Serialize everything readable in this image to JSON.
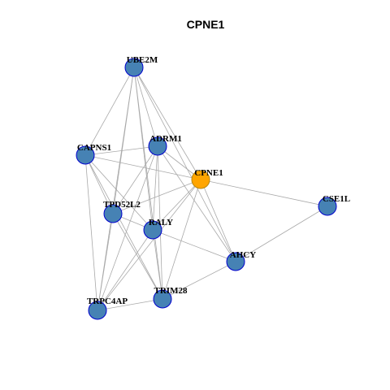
{
  "title": "CPNE1",
  "colors": {
    "background": "#ffffff",
    "node_fill": "#4682b4",
    "node_stroke": "#0000cd",
    "highlight_fill": "#ffa500",
    "highlight_stroke": "#b8860b",
    "edge": "#a9a9a9"
  },
  "nodes": [
    {
      "id": "UBE2M",
      "label": "UBE2M",
      "highlight": false
    },
    {
      "id": "CAPNS1",
      "label": "CAPNS1",
      "highlight": false
    },
    {
      "id": "ADRM1",
      "label": "ADRM1",
      "highlight": false
    },
    {
      "id": "CPNE1",
      "label": "CPNE1",
      "highlight": true
    },
    {
      "id": "TPD52L2",
      "label": "TPD52L2",
      "highlight": false
    },
    {
      "id": "CSE1L",
      "label": "CSE1L",
      "highlight": false
    },
    {
      "id": "RALY",
      "label": "RALY",
      "highlight": false
    },
    {
      "id": "AHCY",
      "label": "AHCY",
      "highlight": false
    },
    {
      "id": "TRIM28",
      "label": "TRIM28",
      "highlight": false
    },
    {
      "id": "TRPC4AP",
      "label": "TRPC4AP",
      "highlight": false
    }
  ],
  "edges": [
    [
      "UBE2M",
      "CAPNS1"
    ],
    [
      "UBE2M",
      "ADRM1"
    ],
    [
      "UBE2M",
      "CPNE1"
    ],
    [
      "UBE2M",
      "TPD52L2"
    ],
    [
      "UBE2M",
      "RALY"
    ],
    [
      "UBE2M",
      "AHCY"
    ],
    [
      "UBE2M",
      "TRPC4AP"
    ],
    [
      "UBE2M",
      "TRIM28"
    ],
    [
      "CAPNS1",
      "ADRM1"
    ],
    [
      "CAPNS1",
      "CPNE1"
    ],
    [
      "CAPNS1",
      "TPD52L2"
    ],
    [
      "CAPNS1",
      "RALY"
    ],
    [
      "CAPNS1",
      "TRPC4AP"
    ],
    [
      "CAPNS1",
      "TRIM28"
    ],
    [
      "ADRM1",
      "CPNE1"
    ],
    [
      "ADRM1",
      "TPD52L2"
    ],
    [
      "ADRM1",
      "RALY"
    ],
    [
      "ADRM1",
      "AHCY"
    ],
    [
      "ADRM1",
      "TRPC4AP"
    ],
    [
      "ADRM1",
      "TRIM28"
    ],
    [
      "CPNE1",
      "TPD52L2"
    ],
    [
      "CPNE1",
      "CSE1L"
    ],
    [
      "CPNE1",
      "RALY"
    ],
    [
      "CPNE1",
      "AHCY"
    ],
    [
      "CPNE1",
      "TRIM28"
    ],
    [
      "CPNE1",
      "TRPC4AP"
    ],
    [
      "TPD52L2",
      "RALY"
    ],
    [
      "TPD52L2",
      "TRPC4AP"
    ],
    [
      "TPD52L2",
      "TRIM28"
    ],
    [
      "RALY",
      "AHCY"
    ],
    [
      "RALY",
      "TRIM28"
    ],
    [
      "RALY",
      "TRPC4AP"
    ],
    [
      "CSE1L",
      "AHCY"
    ],
    [
      "AHCY",
      "TRIM28"
    ],
    [
      "TRIM28",
      "TRPC4AP"
    ]
  ]
}
